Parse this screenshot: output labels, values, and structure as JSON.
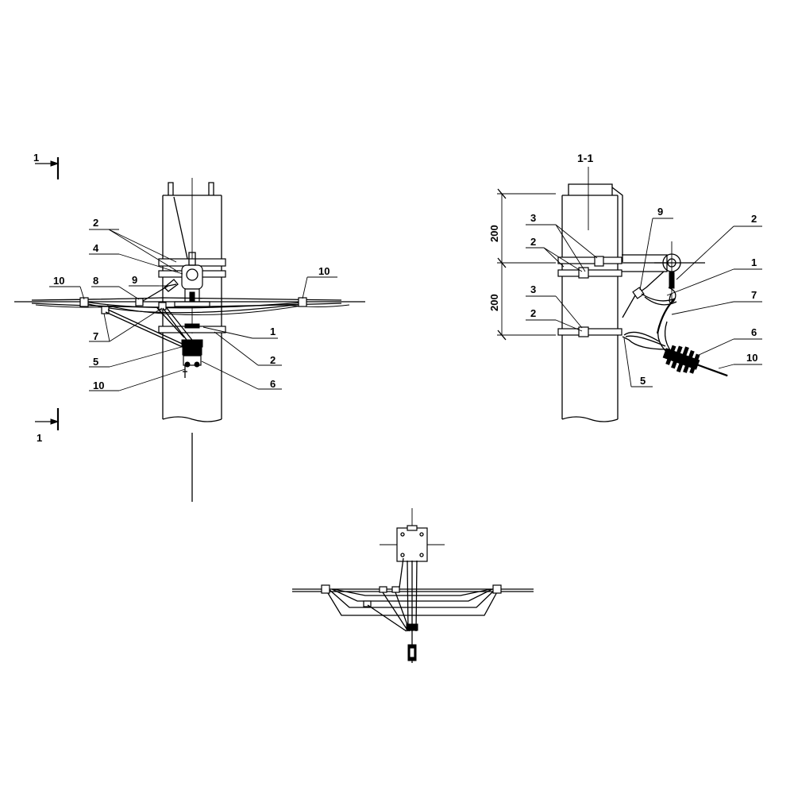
{
  "views": {
    "front": {
      "section_marker_top": "1",
      "section_marker_bottom": "1",
      "callouts": [
        "2",
        "4",
        "10",
        "8",
        "9",
        "10",
        "7",
        "5",
        "10",
        "1",
        "2",
        "6"
      ]
    },
    "section": {
      "title": "1-1",
      "dimensions": [
        "200",
        "200"
      ],
      "callouts": [
        "3",
        "2",
        "3",
        "2",
        "9",
        "2",
        "1",
        "7",
        "6",
        "10",
        "5"
      ]
    }
  }
}
